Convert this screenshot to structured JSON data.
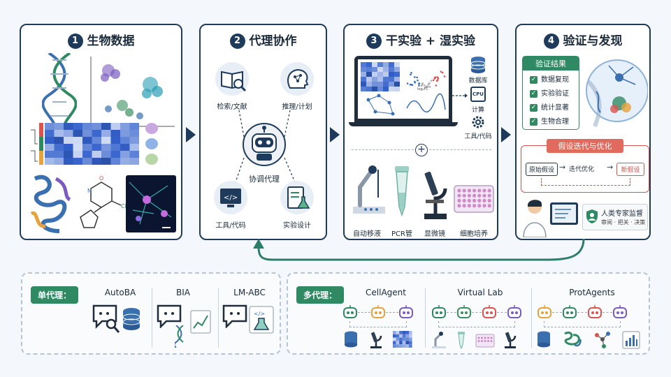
{
  "panels": [
    {
      "num": "1",
      "title": "生物数据"
    },
    {
      "num": "2",
      "title": "代理协作"
    },
    {
      "num": "3",
      "title": "干实验 + 湿实验"
    },
    {
      "num": "4",
      "title": "验证与发现"
    }
  ],
  "agent": {
    "center": "协调代理",
    "search": "检索/文献",
    "reason": "推理/计划",
    "tools": "工具/代码",
    "design": "实验设计"
  },
  "dry": {
    "database": "数据库",
    "compute": "计算",
    "cpu": "CPU",
    "tools": "工具/代码",
    "volcano_xlabel": "log₂FC"
  },
  "wet": {
    "liquid": "自动移液",
    "pcr": "PCR管",
    "microscope": "显微镜",
    "culture": "细胞培养"
  },
  "verify": {
    "results_title": "验证结果",
    "items": [
      "数据复现",
      "实验验证",
      "统计显著",
      "生物合理"
    ],
    "iter_title": "假设迭代与优化",
    "orig": "原始假设",
    "optimize": "迭代优化",
    "new": "新假设",
    "oversight_title": "人类专家监督",
    "oversight_sub": "审阅 · 把关 · 决策"
  },
  "bottom": {
    "single_label": "单代理：",
    "single_agents": [
      "AutoBA",
      "BIA",
      "LM-ABC"
    ],
    "multi_label": "多代理：",
    "multi_agents": [
      "CellAgent",
      "Virtual Lab",
      "ProtAgents"
    ]
  },
  "colors": {
    "navy": "#1f3b5c",
    "green": "#2f8a63",
    "red": "#d9534f",
    "blue": "#3a6fb0"
  }
}
